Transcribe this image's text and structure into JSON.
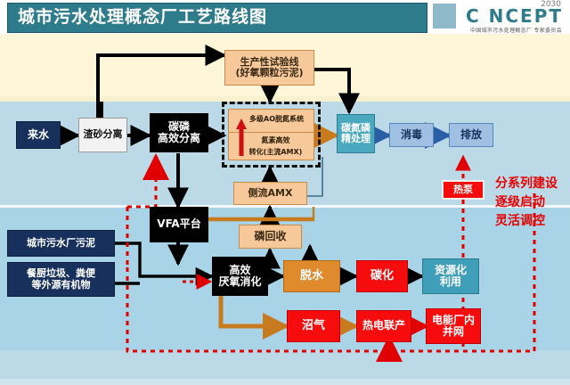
{
  "header": {
    "title": "城市污水处理概念厂工艺路线图",
    "logo_year": "2030",
    "logo_name": "C NCEPT",
    "logo_sub": "中国城市污水处理概念厂 专家委员会",
    "bar_color": "#2e7b8c"
  },
  "nodes": {
    "pilot_line_1": "生产性试验线",
    "pilot_line_2": "(好氧颗粒污泥)",
    "influent": "来水",
    "grit_separation": "渣砂分离",
    "cp_separation_1": "碳磷",
    "cp_separation_2": "高效分离",
    "ao_system": "多级AO脱氮系统",
    "n_conversion_1": "氮素高效",
    "n_conversion_2": "转化(主流AMX)",
    "cnp_polish_1": "碳氮磷",
    "cnp_polish_2": "精处理",
    "disinfection": "消毒",
    "discharge": "排放",
    "sidestream_amx": "侧流AMX",
    "vfa_platform": "VFA平台",
    "p_recovery": "磷回收",
    "municipal_sludge": "城市污水厂污泥",
    "external_organics_1": "餐厨垃圾、粪便",
    "external_organics_2": "等外源有机物",
    "anaerobic_digestion_1": "高效",
    "anaerobic_digestion_2": "厌氧消化",
    "dewatering": "脱水",
    "carbonization": "碳化",
    "resource_use_1": "资源化",
    "resource_use_2": "利用",
    "biogas": "沼气",
    "chp": "热电联产",
    "grid_1": "电能厂内",
    "grid_2": "并网",
    "heat_pump": "热泵"
  },
  "annotation": {
    "line1": "分系列建设",
    "line2": "逐级启动",
    "line3": "灵活调控",
    "color": "#e60000"
  },
  "palette": {
    "navy": "#17315c",
    "peach": "#f6c89a",
    "teal": "#4aa9bf",
    "light_blue_box": "#9fc0e3",
    "orange": "#e08a2e",
    "red": "#f60c0c",
    "bg_cream": "#fdf6d8",
    "bg_blue": "#bcd9e8",
    "bg_blue_dark": "#a9d3e6"
  }
}
